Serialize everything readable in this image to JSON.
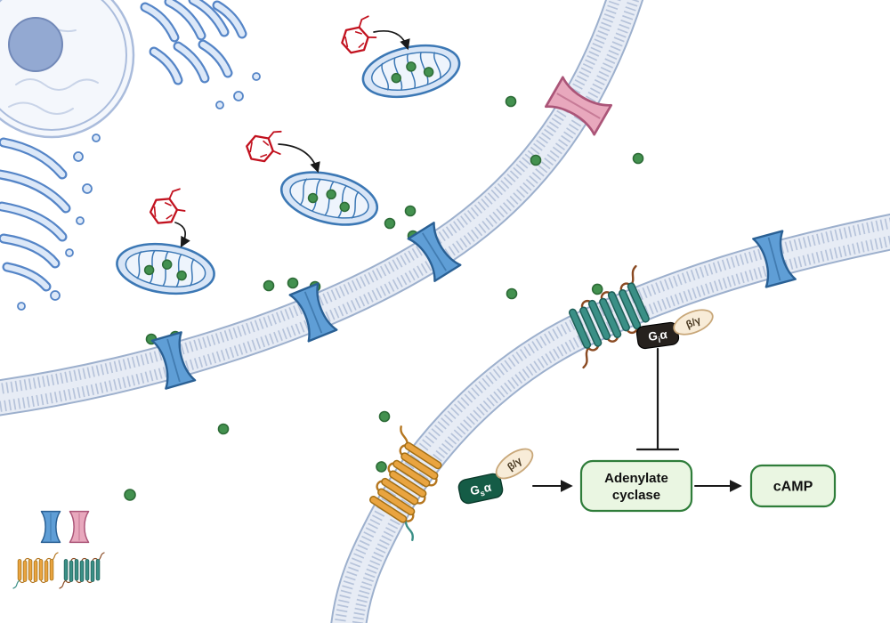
{
  "figure": {
    "labels": {
      "gs": {
        "g": "G",
        "sub": "s",
        "alpha": "α"
      },
      "gi": {
        "g": "G",
        "sub": "i",
        "alpha": "α"
      },
      "beta_gamma": "β/γ",
      "adenylate_line1": "Adenylate",
      "adenylate_line2": "cyclase",
      "camp": "cAMP"
    },
    "colors": {
      "metabolite_green": "#43914f",
      "metabolite_green_edge": "#2d6b37",
      "membrane_fill": "#e7ecf5",
      "membrane_tick": "#b6c3da",
      "membrane_edge": "#9db0cd",
      "transporter_blue": "#5f9ed6",
      "transporter_blue_edge": "#2a6094",
      "transporter_pink": "#e8a8bd",
      "transporter_pink_edge": "#ab5578",
      "gpcr_orange": "#e9a440",
      "gpcr_orange_edge": "#a36f15",
      "gpcr_orange_loop": "#b5761f",
      "gpcr_teal": "#3a8f86",
      "gpcr_teal_edge": "#1f5f58",
      "gpcr_teal_loop": "#8a4a22",
      "molecule_red": "#c2121f",
      "gs_box": "#155c46",
      "gi_box": "#26211d",
      "beta_gamma_fill": "#f8ecd8",
      "beta_gamma_edge": "#c8a779",
      "process_box_fill": "#eaf6e2",
      "process_box_edge": "#2f7d3a",
      "organelle_edge": "#3c78b5",
      "organelle_fill": "#d8e5f6",
      "er_edge": "#5585c7",
      "er_fill": "#dce8f8",
      "nucleolus": "#93a9d2",
      "arrow_black": "#1a1a1a"
    },
    "legend": {
      "icons": [
        {
          "name": "metabolite-dot-icon"
        },
        {
          "name": "transporter-blue-icon"
        },
        {
          "name": "transporter-pink-icon"
        },
        {
          "name": "gpcr-orange-icon"
        },
        {
          "name": "gpcr-teal-icon"
        }
      ]
    }
  }
}
